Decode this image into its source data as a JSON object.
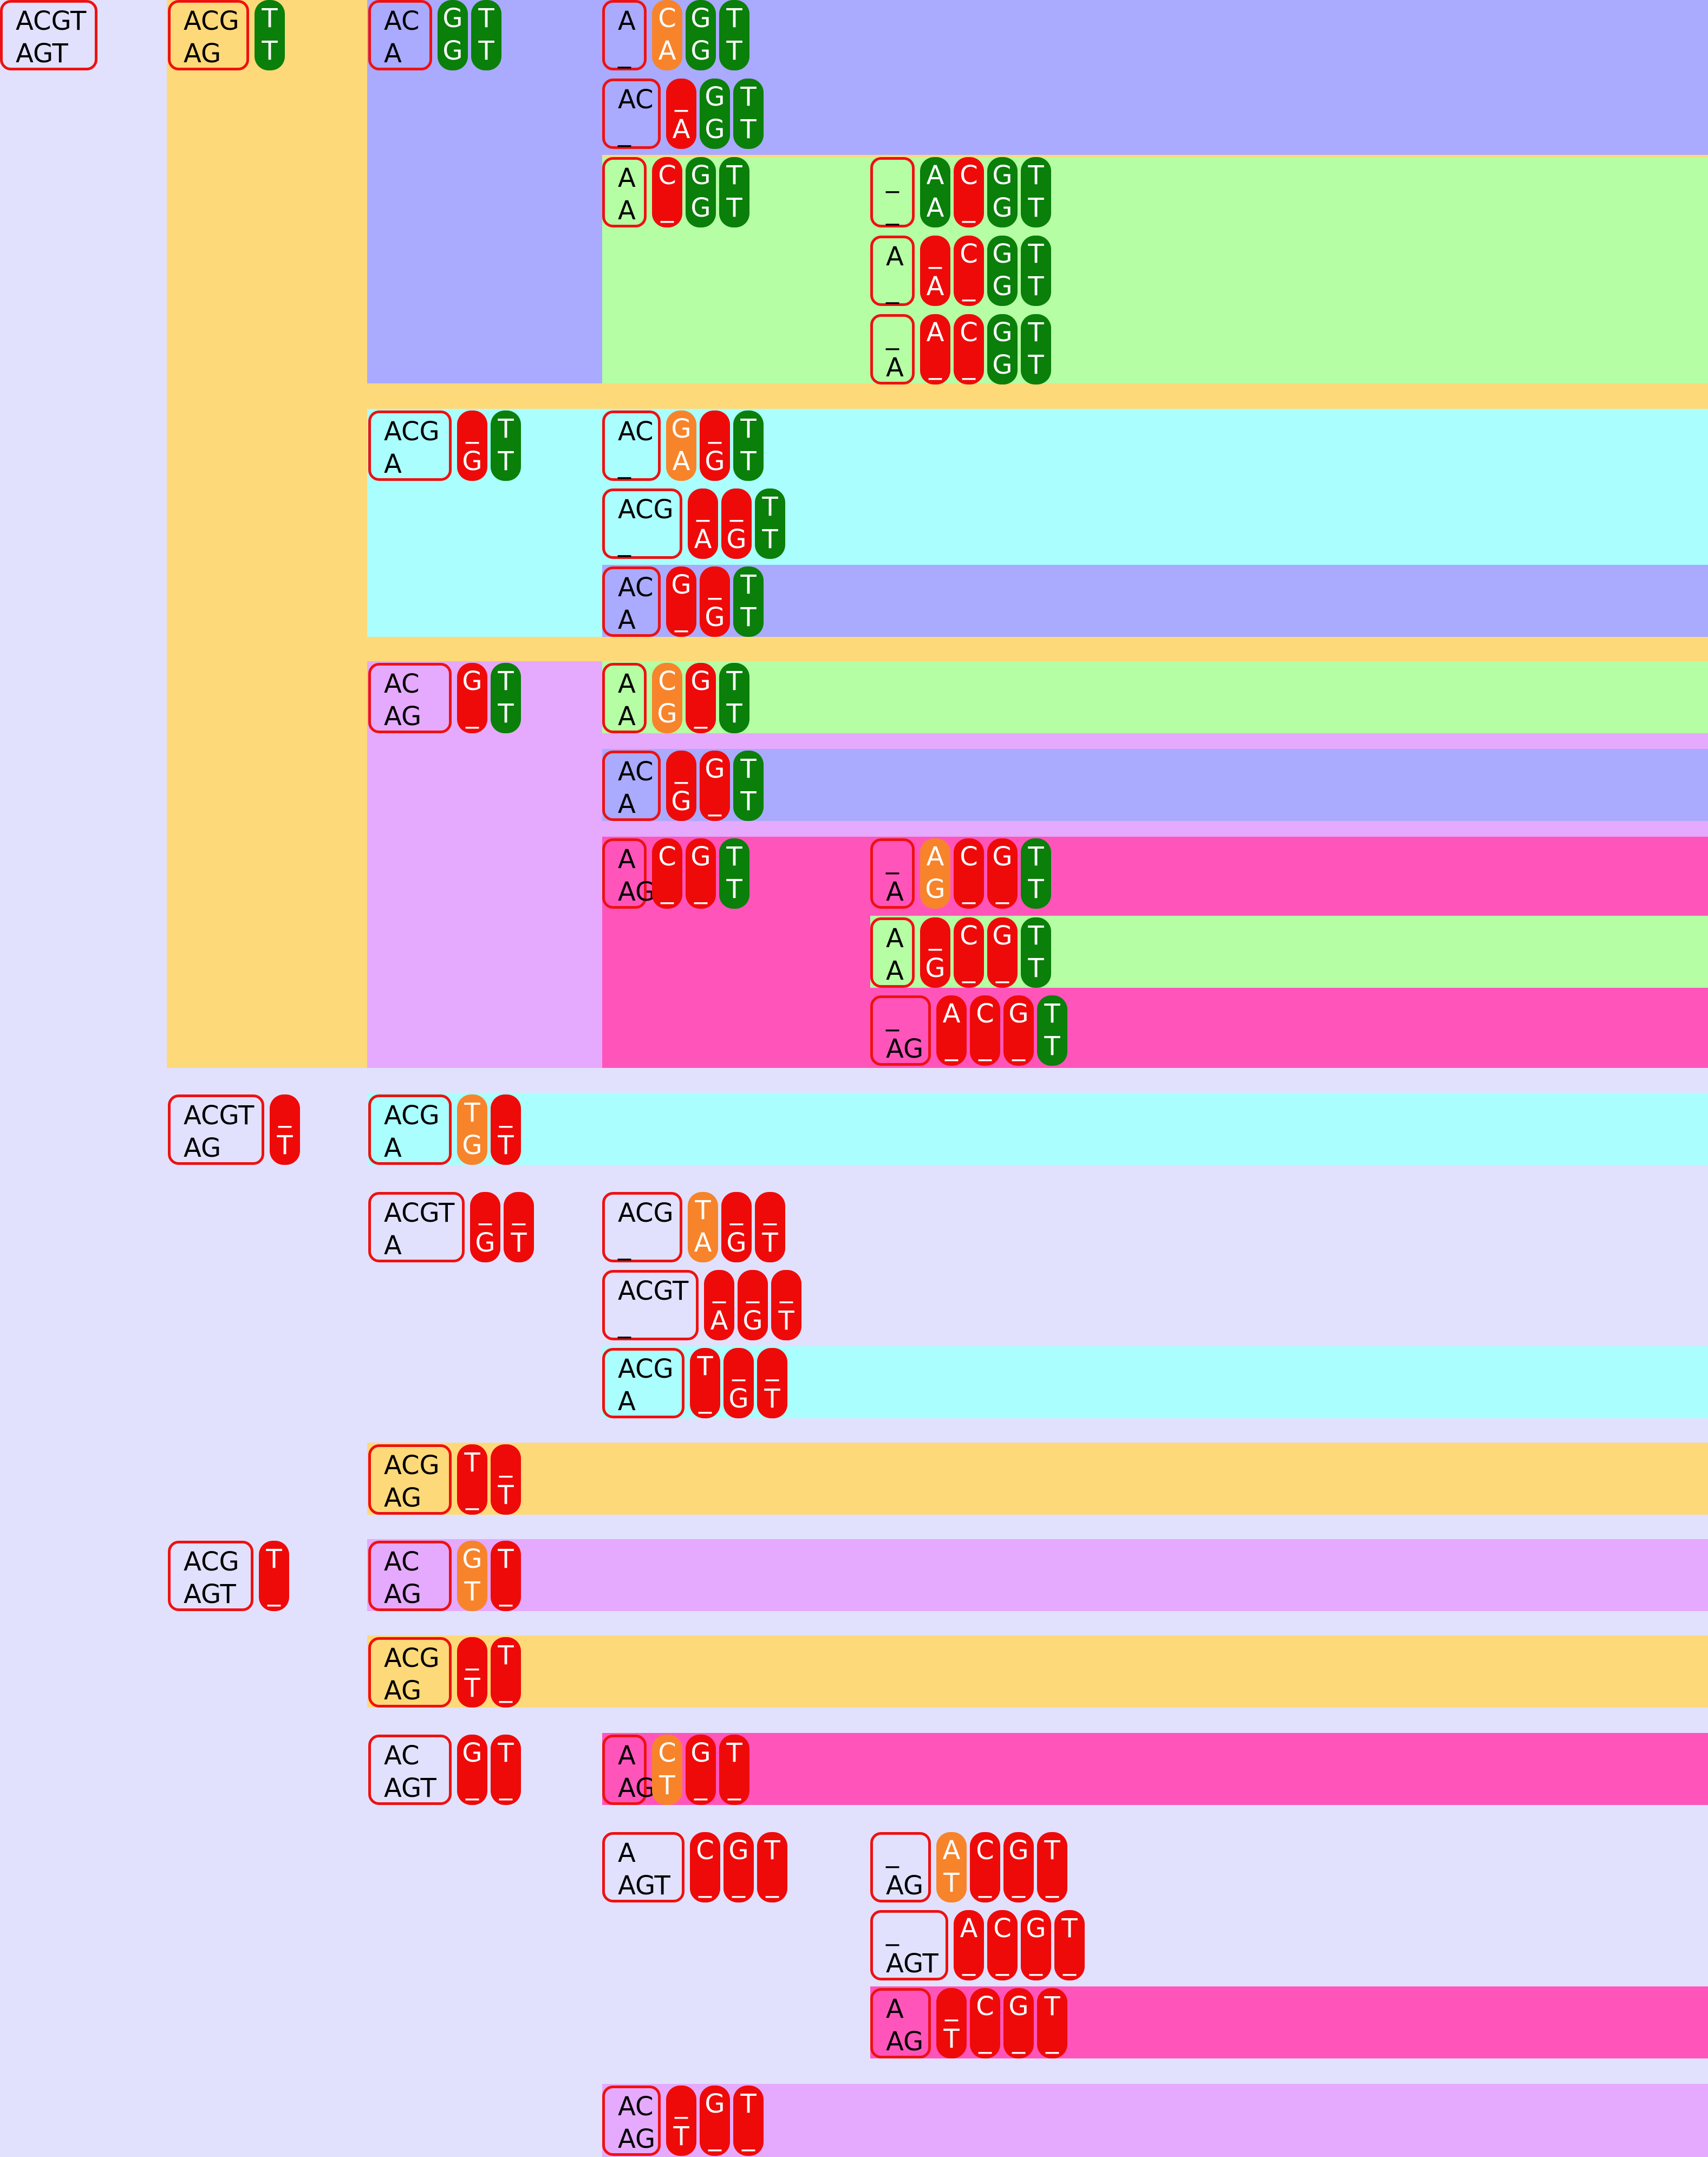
{
  "colors": {
    "background": "#e1e1fe",
    "yellow": "#fed979",
    "blue": "#aaaafe",
    "green": "#b5fea4",
    "cyan": "#aafefd",
    "violet": "#e5a9fd",
    "magenta": "#ff55bb",
    "match": "#0a7f0a",
    "mismatch": "#ef0a0a",
    "substitution": "#f7842a",
    "border": "#ee1111"
  },
  "nodes": [
    {
      "top": "ACGT",
      "bottom": "AGT",
      "bg": "background",
      "cols": []
    },
    {
      "top": "ACG",
      "bottom": "AG",
      "bg": "yellow",
      "cols": [
        {
          "top": "T",
          "bottom": "T",
          "kind": "match"
        }
      ]
    },
    {
      "top": "AC",
      "bottom": "A",
      "bg": "blue",
      "cols": [
        {
          "top": "G",
          "bottom": "G",
          "kind": "match"
        },
        {
          "top": "T",
          "bottom": "T",
          "kind": "match"
        }
      ]
    },
    {
      "top": "A",
      "bottom": "_",
      "bg": "blue",
      "cols": [
        {
          "top": "C",
          "bottom": "A",
          "kind": "substitution"
        },
        {
          "top": "G",
          "bottom": "G",
          "kind": "match"
        },
        {
          "top": "T",
          "bottom": "T",
          "kind": "match"
        }
      ]
    },
    {
      "top": "AC",
      "bottom": "_",
      "bg": "blue",
      "cols": [
        {
          "top": "_",
          "bottom": "A",
          "kind": "mismatch"
        },
        {
          "top": "G",
          "bottom": "G",
          "kind": "match"
        },
        {
          "top": "T",
          "bottom": "T",
          "kind": "match"
        }
      ]
    },
    {
      "top": "A",
      "bottom": "A",
      "bg": "green",
      "cols": [
        {
          "top": "C",
          "bottom": "_",
          "kind": "mismatch"
        },
        {
          "top": "G",
          "bottom": "G",
          "kind": "match"
        },
        {
          "top": "T",
          "bottom": "T",
          "kind": "match"
        }
      ]
    },
    {
      "top": "_",
      "bottom": "_",
      "bg": "green",
      "cols": [
        {
          "top": "A",
          "bottom": "A",
          "kind": "match"
        },
        {
          "top": "C",
          "bottom": "_",
          "kind": "mismatch"
        },
        {
          "top": "G",
          "bottom": "G",
          "kind": "match"
        },
        {
          "top": "T",
          "bottom": "T",
          "kind": "match"
        }
      ]
    },
    {
      "top": "A",
      "bottom": "_",
      "bg": "green",
      "cols": [
        {
          "top": "_",
          "bottom": "A",
          "kind": "mismatch"
        },
        {
          "top": "C",
          "bottom": "_",
          "kind": "mismatch"
        },
        {
          "top": "G",
          "bottom": "G",
          "kind": "match"
        },
        {
          "top": "T",
          "bottom": "T",
          "kind": "match"
        }
      ]
    },
    {
      "top": "_",
      "bottom": "A",
      "bg": "green",
      "cols": [
        {
          "top": "A",
          "bottom": "_",
          "kind": "mismatch"
        },
        {
          "top": "C",
          "bottom": "_",
          "kind": "mismatch"
        },
        {
          "top": "G",
          "bottom": "G",
          "kind": "match"
        },
        {
          "top": "T",
          "bottom": "T",
          "kind": "match"
        }
      ]
    },
    {
      "top": "ACG",
      "bottom": "A",
      "bg": "cyan",
      "cols": [
        {
          "top": "_",
          "bottom": "G",
          "kind": "mismatch"
        },
        {
          "top": "T",
          "bottom": "T",
          "kind": "match"
        }
      ]
    },
    {
      "top": "AC",
      "bottom": "_",
      "bg": "cyan",
      "cols": [
        {
          "top": "G",
          "bottom": "A",
          "kind": "substitution"
        },
        {
          "top": "_",
          "bottom": "G",
          "kind": "mismatch"
        },
        {
          "top": "T",
          "bottom": "T",
          "kind": "match"
        }
      ]
    },
    {
      "top": "ACG",
      "bottom": "_",
      "bg": "cyan",
      "cols": [
        {
          "top": "_",
          "bottom": "A",
          "kind": "mismatch"
        },
        {
          "top": "_",
          "bottom": "G",
          "kind": "mismatch"
        },
        {
          "top": "T",
          "bottom": "T",
          "kind": "match"
        }
      ]
    },
    {
      "top": "AC",
      "bottom": "A",
      "bg": "blue",
      "cols": [
        {
          "top": "G",
          "bottom": "_",
          "kind": "mismatch"
        },
        {
          "top": "_",
          "bottom": "G",
          "kind": "mismatch"
        },
        {
          "top": "T",
          "bottom": "T",
          "kind": "match"
        }
      ]
    },
    {
      "top": "AC",
      "bottom": "AG",
      "bg": "violet",
      "cols": [
        {
          "top": "G",
          "bottom": "_",
          "kind": "mismatch"
        },
        {
          "top": "T",
          "bottom": "T",
          "kind": "match"
        }
      ]
    },
    {
      "top": "A",
      "bottom": "A",
      "bg": "green",
      "cols": [
        {
          "top": "C",
          "bottom": "G",
          "kind": "substitution"
        },
        {
          "top": "G",
          "bottom": "_",
          "kind": "mismatch"
        },
        {
          "top": "T",
          "bottom": "T",
          "kind": "match"
        }
      ]
    },
    {
      "top": "AC",
      "bottom": "A",
      "bg": "blue",
      "cols": [
        {
          "top": "_",
          "bottom": "G",
          "kind": "mismatch"
        },
        {
          "top": "G",
          "bottom": "_",
          "kind": "mismatch"
        },
        {
          "top": "T",
          "bottom": "T",
          "kind": "match"
        }
      ]
    },
    {
      "top": "A",
      "bottom": "AG",
      "bg": "magenta",
      "cols": [
        {
          "top": "C",
          "bottom": "_",
          "kind": "mismatch"
        },
        {
          "top": "G",
          "bottom": "_",
          "kind": "mismatch"
        },
        {
          "top": "T",
          "bottom": "T",
          "kind": "match"
        }
      ]
    },
    {
      "top": "_",
      "bottom": "A",
      "bg": "magenta",
      "cols": [
        {
          "top": "A",
          "bottom": "G",
          "kind": "substitution"
        },
        {
          "top": "C",
          "bottom": "_",
          "kind": "mismatch"
        },
        {
          "top": "G",
          "bottom": "_",
          "kind": "mismatch"
        },
        {
          "top": "T",
          "bottom": "T",
          "kind": "match"
        }
      ]
    },
    {
      "top": "A",
      "bottom": "A",
      "bg": "green",
      "cols": [
        {
          "top": "_",
          "bottom": "G",
          "kind": "mismatch"
        },
        {
          "top": "C",
          "bottom": "_",
          "kind": "mismatch"
        },
        {
          "top": "G",
          "bottom": "_",
          "kind": "mismatch"
        },
        {
          "top": "T",
          "bottom": "T",
          "kind": "match"
        }
      ]
    },
    {
      "top": "_",
      "bottom": "AG",
      "bg": "magenta",
      "cols": [
        {
          "top": "A",
          "bottom": "_",
          "kind": "mismatch"
        },
        {
          "top": "C",
          "bottom": "_",
          "kind": "mismatch"
        },
        {
          "top": "G",
          "bottom": "_",
          "kind": "mismatch"
        },
        {
          "top": "T",
          "bottom": "T",
          "kind": "match"
        }
      ]
    },
    {
      "top": "ACGT",
      "bottom": "AG",
      "bg": "background",
      "cols": [
        {
          "top": "_",
          "bottom": "T",
          "kind": "mismatch"
        }
      ]
    },
    {
      "top": "ACG",
      "bottom": "A",
      "bg": "cyan",
      "cols": [
        {
          "top": "T",
          "bottom": "G",
          "kind": "substitution"
        },
        {
          "top": "_",
          "bottom": "T",
          "kind": "mismatch"
        }
      ]
    },
    {
      "top": "ACGT",
      "bottom": "A",
      "bg": "background",
      "cols": [
        {
          "top": "_",
          "bottom": "G",
          "kind": "mismatch"
        },
        {
          "top": "_",
          "bottom": "T",
          "kind": "mismatch"
        }
      ]
    },
    {
      "top": "ACG",
      "bottom": "_",
      "bg": "background",
      "cols": [
        {
          "top": "T",
          "bottom": "A",
          "kind": "substitution"
        },
        {
          "top": "_",
          "bottom": "G",
          "kind": "mismatch"
        },
        {
          "top": "_",
          "bottom": "T",
          "kind": "mismatch"
        }
      ]
    },
    {
      "top": "ACGT",
      "bottom": "_",
      "bg": "background",
      "cols": [
        {
          "top": "_",
          "bottom": "A",
          "kind": "mismatch"
        },
        {
          "top": "_",
          "bottom": "G",
          "kind": "mismatch"
        },
        {
          "top": "_",
          "bottom": "T",
          "kind": "mismatch"
        }
      ]
    },
    {
      "top": "ACG",
      "bottom": "A",
      "bg": "cyan",
      "cols": [
        {
          "top": "T",
          "bottom": "_",
          "kind": "mismatch"
        },
        {
          "top": "_",
          "bottom": "G",
          "kind": "mismatch"
        },
        {
          "top": "_",
          "bottom": "T",
          "kind": "mismatch"
        }
      ]
    },
    {
      "top": "ACG",
      "bottom": "AG",
      "bg": "yellow",
      "cols": [
        {
          "top": "T",
          "bottom": "_",
          "kind": "mismatch"
        },
        {
          "top": "_",
          "bottom": "T",
          "kind": "mismatch"
        }
      ]
    },
    {
      "top": "ACG",
      "bottom": "AGT",
      "bg": "background",
      "cols": [
        {
          "top": "T",
          "bottom": "_",
          "kind": "mismatch"
        }
      ]
    },
    {
      "top": "AC",
      "bottom": "AG",
      "bg": "violet",
      "cols": [
        {
          "top": "G",
          "bottom": "T",
          "kind": "substitution"
        },
        {
          "top": "T",
          "bottom": "_",
          "kind": "mismatch"
        }
      ]
    },
    {
      "top": "ACG",
      "bottom": "AG",
      "bg": "yellow",
      "cols": [
        {
          "top": "_",
          "bottom": "T",
          "kind": "mismatch"
        },
        {
          "top": "T",
          "bottom": "_",
          "kind": "mismatch"
        }
      ]
    },
    {
      "top": "AC",
      "bottom": "AGT",
      "bg": "background",
      "cols": [
        {
          "top": "G",
          "bottom": "_",
          "kind": "mismatch"
        },
        {
          "top": "T",
          "bottom": "_",
          "kind": "mismatch"
        }
      ]
    },
    {
      "top": "A",
      "bottom": "AG",
      "bg": "magenta",
      "cols": [
        {
          "top": "C",
          "bottom": "T",
          "kind": "substitution"
        },
        {
          "top": "G",
          "bottom": "_",
          "kind": "mismatch"
        },
        {
          "top": "T",
          "bottom": "_",
          "kind": "mismatch"
        }
      ]
    },
    {
      "top": "A",
      "bottom": "AGT",
      "bg": "background",
      "cols": [
        {
          "top": "C",
          "bottom": "_",
          "kind": "mismatch"
        },
        {
          "top": "G",
          "bottom": "_",
          "kind": "mismatch"
        },
        {
          "top": "T",
          "bottom": "_",
          "kind": "mismatch"
        }
      ]
    },
    {
      "top": "_",
      "bottom": "AG",
      "bg": "background",
      "cols": [
        {
          "top": "A",
          "bottom": "T",
          "kind": "substitution"
        },
        {
          "top": "C",
          "bottom": "_",
          "kind": "mismatch"
        },
        {
          "top": "G",
          "bottom": "_",
          "kind": "mismatch"
        },
        {
          "top": "T",
          "bottom": "_",
          "kind": "mismatch"
        }
      ]
    },
    {
      "top": "_",
      "bottom": "AGT",
      "bg": "background",
      "cols": [
        {
          "top": "A",
          "bottom": "_",
          "kind": "mismatch"
        },
        {
          "top": "C",
          "bottom": "_",
          "kind": "mismatch"
        },
        {
          "top": "G",
          "bottom": "_",
          "kind": "mismatch"
        },
        {
          "top": "T",
          "bottom": "_",
          "kind": "mismatch"
        }
      ]
    },
    {
      "top": "A",
      "bottom": "AG",
      "bg": "magenta",
      "cols": [
        {
          "top": "_",
          "bottom": "T",
          "kind": "mismatch"
        },
        {
          "top": "C",
          "bottom": "_",
          "kind": "mismatch"
        },
        {
          "top": "G",
          "bottom": "_",
          "kind": "mismatch"
        },
        {
          "top": "T",
          "bottom": "_",
          "kind": "mismatch"
        }
      ]
    },
    {
      "top": "AC",
      "bottom": "AG",
      "bg": "violet",
      "cols": [
        {
          "top": "_",
          "bottom": "T",
          "kind": "mismatch"
        },
        {
          "top": "G",
          "bottom": "_",
          "kind": "mismatch"
        },
        {
          "top": "T",
          "bottom": "_",
          "kind": "mismatch"
        }
      ]
    }
  ]
}
